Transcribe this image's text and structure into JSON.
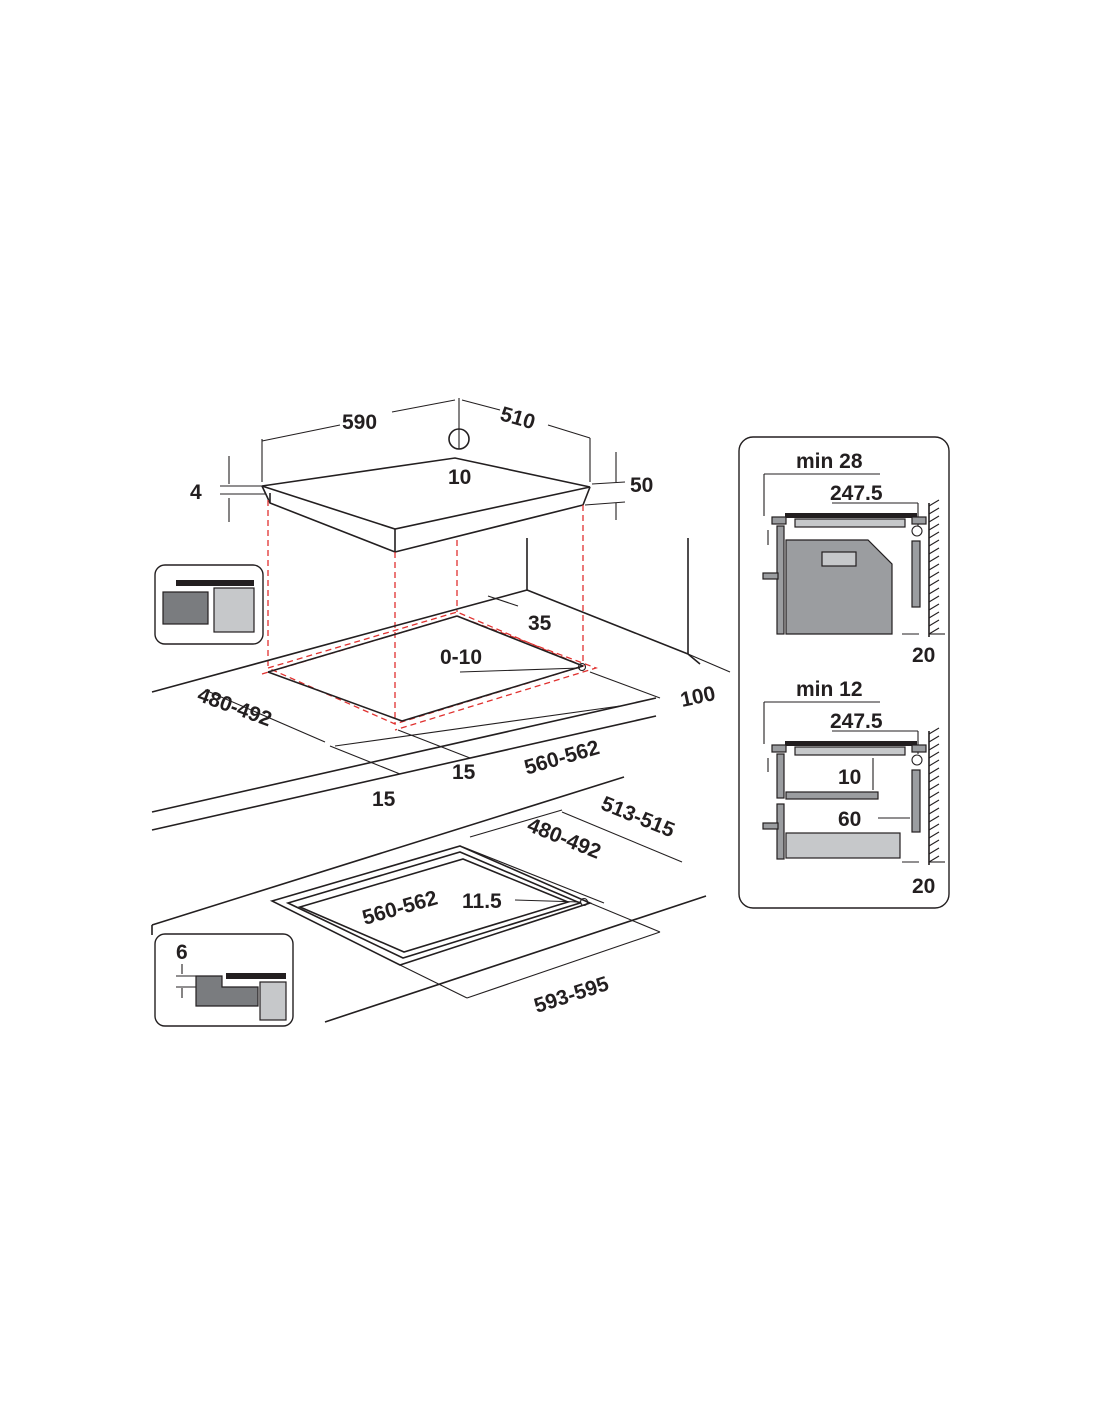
{
  "top_drawing": {
    "width": "590",
    "depth": "510",
    "glass_thickness": "4",
    "height": "50",
    "cable_hole": "10",
    "cutout_offset_back": "35",
    "cable_offset": "0-10",
    "cutout_depth": "480-492",
    "cutout_width": "560-562",
    "margin_front_right": "15",
    "margin_front_left": "15",
    "min_wall_distance": "100"
  },
  "flush_drawing": {
    "recess_depth": "513-515",
    "cutout_depth": "480-492",
    "cutout_width": "560-562",
    "radius": "11.5",
    "recess_width": "593-595",
    "recess_height": "6"
  },
  "oven_panel": {
    "min_gap": "min 28",
    "cable": "247.5",
    "wall": "20"
  },
  "drawer_panel": {
    "min_gap": "min 12",
    "cable": "247.5",
    "shelf_gap": "10",
    "shelf_space": "60",
    "wall": "20"
  }
}
